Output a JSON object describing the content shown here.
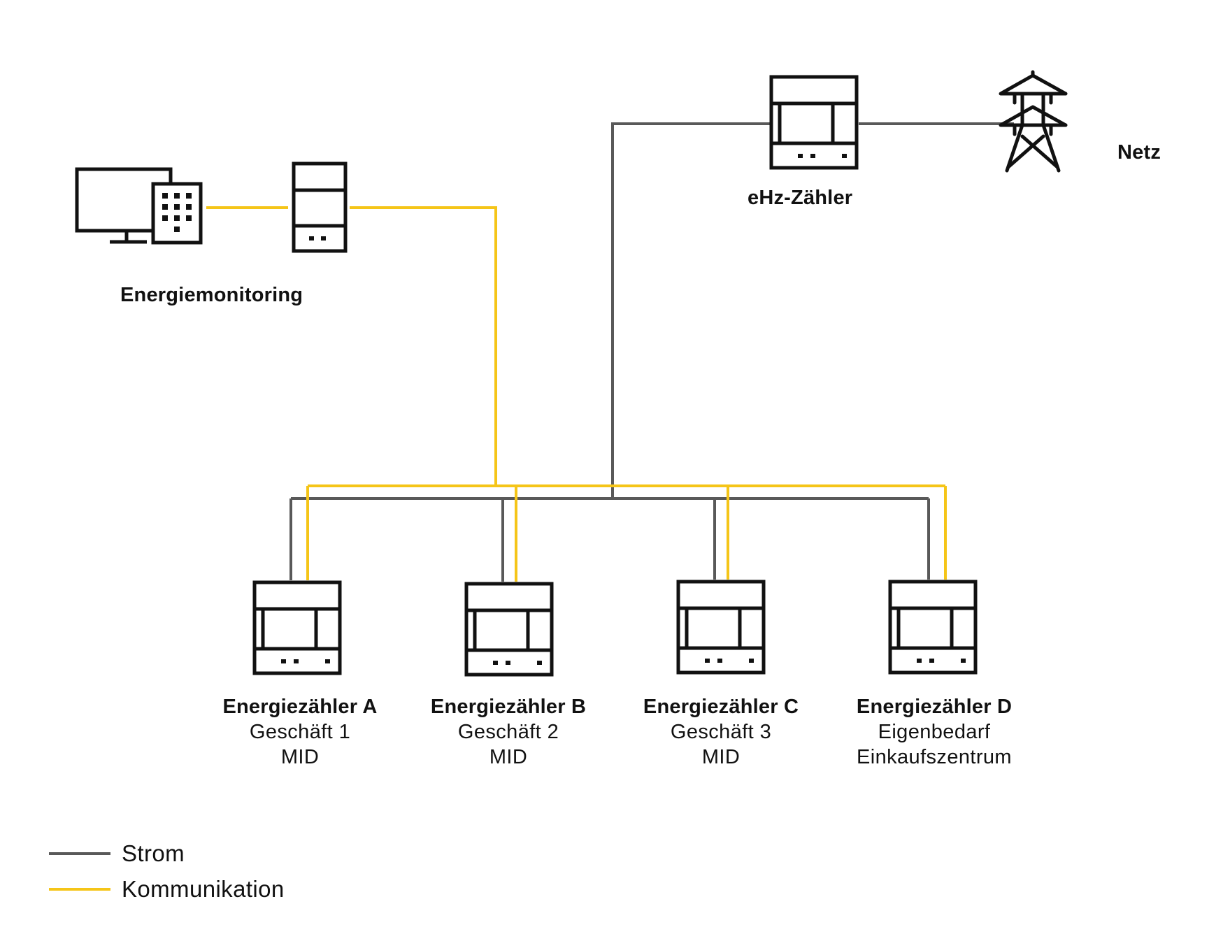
{
  "colors": {
    "power": "#595959",
    "comm": "#f5c518",
    "icon": "#111111"
  },
  "nodes": {
    "monitoring": {
      "label": "Energiemonitoring",
      "icon": "computer-icon"
    },
    "gateway": {
      "icon": "gateway-device-icon"
    },
    "ehz": {
      "label": "eHz-Zähler",
      "icon": "meter-icon"
    },
    "grid": {
      "label": "Netz",
      "icon": "power-tower-icon"
    }
  },
  "meters": [
    {
      "title": "Energiezähler A",
      "line1": "Geschäft 1",
      "line2": "MID"
    },
    {
      "title": "Energiezähler B",
      "line1": "Geschäft 2",
      "line2": "MID"
    },
    {
      "title": "Energiezähler C",
      "line1": "Geschäft 3",
      "line2": "MID"
    },
    {
      "title": "Energiezähler D",
      "line1": "Eigenbedarf",
      "line2": "Einkaufszentrum"
    }
  ],
  "legend": [
    {
      "label": "Strom",
      "color": "#595959"
    },
    {
      "label": "Kommunikation",
      "color": "#f5c518"
    }
  ]
}
